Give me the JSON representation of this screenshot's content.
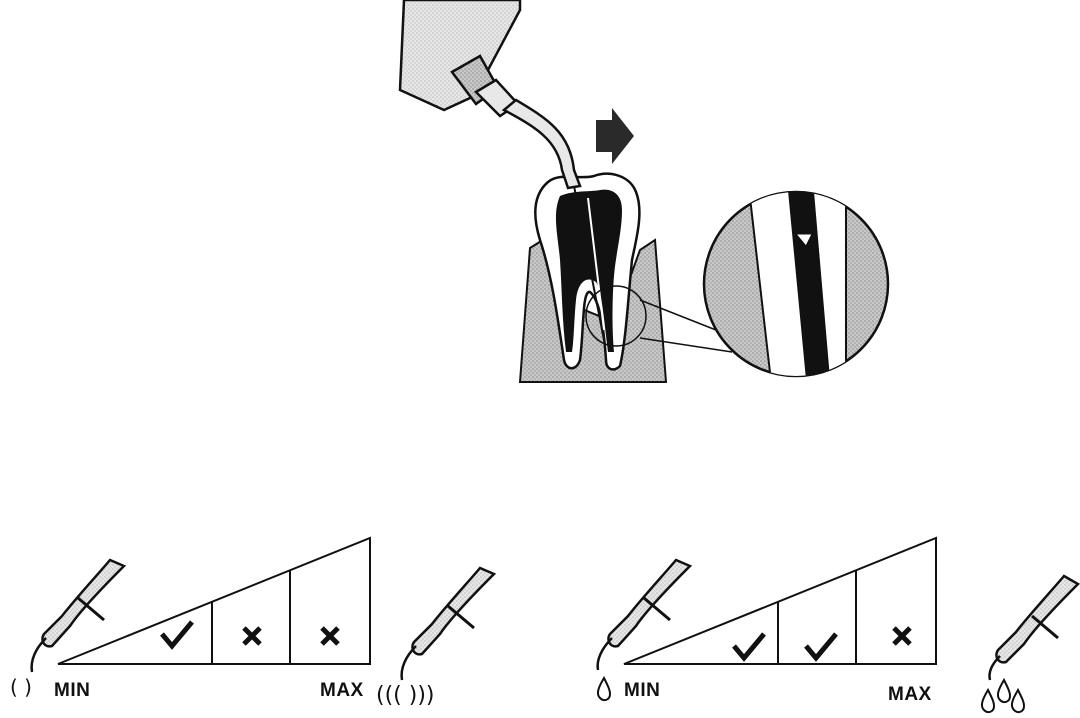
{
  "power_scale": {
    "min_label": "MIN",
    "max_label": "MAX",
    "cells": [
      "check",
      "cross",
      "cross"
    ]
  },
  "water_scale": {
    "min_label": "MIN",
    "max_label": "MAX",
    "cells": [
      "check",
      "check",
      "cross"
    ]
  },
  "colors": {
    "ink": "#111111",
    "shade": "#8c8c8c",
    "light": "#cfcfcf"
  }
}
